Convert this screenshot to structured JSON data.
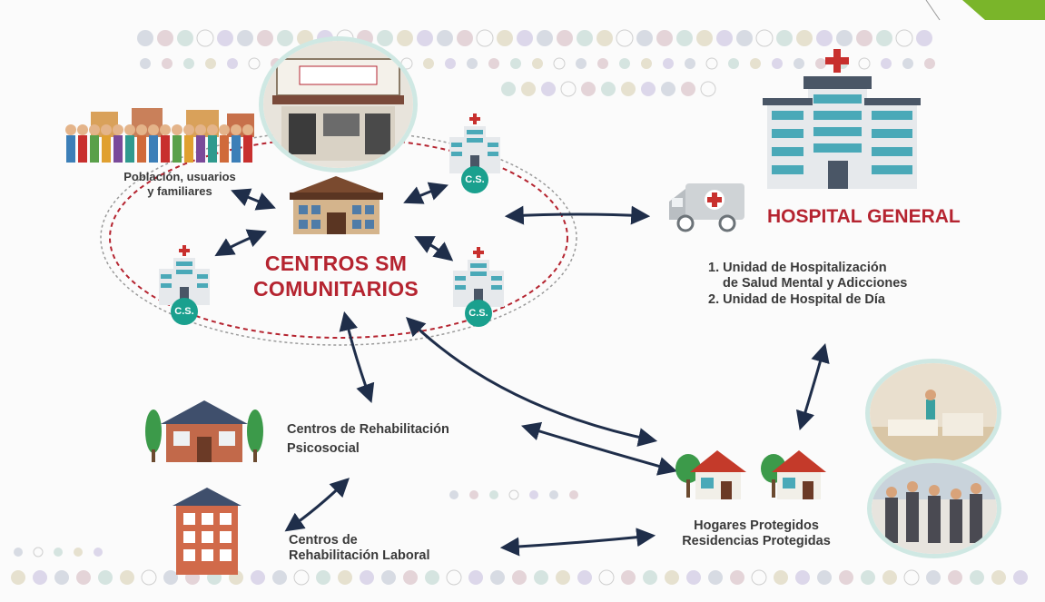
{
  "colors": {
    "accent_red": "#b52430",
    "teal": "#1aa08e",
    "arrow": "#1f2e4a",
    "corner_green": "#7ab52a"
  },
  "population_label": [
    "Población, usuarios",
    "y familiares"
  ],
  "center_title": [
    "CENTROS SM",
    "COMUNITARIOS"
  ],
  "cs_label": "C.S.",
  "hospital": {
    "title": "HOSPITAL GENERAL",
    "units": [
      "1. Unidad de Hospitalización",
      "de Salud Mental y Adicciones",
      "2. Unidad de Hospital de Día"
    ]
  },
  "rehab_psicosocial": [
    "Centros de Rehabilitación",
    "Psicosocial"
  ],
  "rehab_laboral": [
    "Centros de",
    "Rehabilitación Laboral"
  ],
  "hogares": [
    "Hogares Protegidos",
    "Residencias Protegidas"
  ],
  "icons": {
    "building": "clinic-building-icon",
    "hospital": "hospital-building-icon",
    "ambulance": "ambulance-icon",
    "house": "house-icon",
    "apartment": "apartment-building-icon",
    "people": "population-crowd-icon"
  }
}
